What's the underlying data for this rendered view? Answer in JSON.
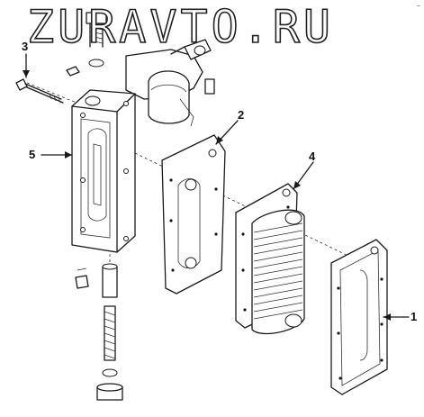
{
  "watermark": "ZURAVTO.RU",
  "corner_mark": "~",
  "callouts": [
    {
      "id": "1",
      "label": "1"
    },
    {
      "id": "2",
      "label": "2"
    },
    {
      "id": "3",
      "label": "3"
    },
    {
      "id": "4",
      "label": "4"
    },
    {
      "id": "5",
      "label": "5"
    }
  ]
}
